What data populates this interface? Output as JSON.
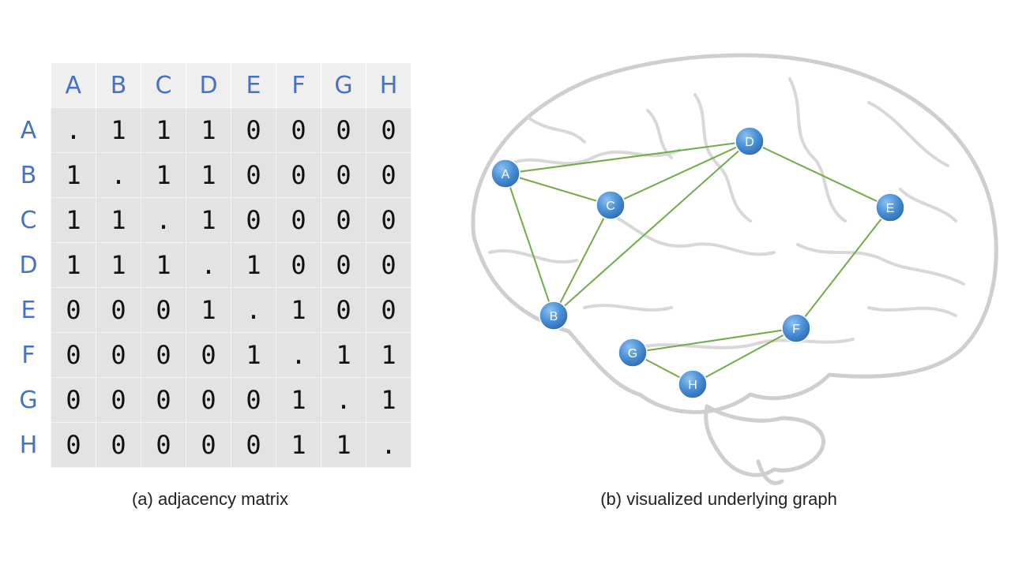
{
  "matrix": {
    "labels": [
      "A",
      "B",
      "C",
      "D",
      "E",
      "F",
      "G",
      "H"
    ],
    "rows": [
      [
        ".",
        "1",
        "1",
        "1",
        "0",
        "0",
        "0",
        "0"
      ],
      [
        "1",
        ".",
        "1",
        "1",
        "0",
        "0",
        "0",
        "0"
      ],
      [
        "1",
        "1",
        ".",
        "1",
        "0",
        "0",
        "0",
        "0"
      ],
      [
        "1",
        "1",
        "1",
        ".",
        "1",
        "0",
        "0",
        "0"
      ],
      [
        "0",
        "0",
        "0",
        "1",
        ".",
        "1",
        "0",
        "0"
      ],
      [
        "0",
        "0",
        "0",
        "0",
        "1",
        ".",
        "1",
        "1"
      ],
      [
        "0",
        "0",
        "0",
        "0",
        "0",
        "1",
        ".",
        "1"
      ],
      [
        "0",
        "0",
        "0",
        "0",
        "0",
        "1",
        "1",
        "."
      ]
    ]
  },
  "captions": {
    "matrix": "(a) adjacency matrix",
    "graph": "(b) visualized underlying graph"
  },
  "graph": {
    "nodes": [
      "A",
      "B",
      "C",
      "D",
      "E",
      "F",
      "G",
      "H"
    ],
    "edges": [
      [
        "A",
        "B"
      ],
      [
        "A",
        "C"
      ],
      [
        "A",
        "D"
      ],
      [
        "B",
        "C"
      ],
      [
        "B",
        "D"
      ],
      [
        "C",
        "D"
      ],
      [
        "D",
        "E"
      ],
      [
        "E",
        "F"
      ],
      [
        "F",
        "G"
      ],
      [
        "F",
        "H"
      ],
      [
        "G",
        "H"
      ]
    ],
    "colors": {
      "node": "#4a90d6",
      "node_dark": "#2e6db4",
      "edge": "#70ad47",
      "brain": "#cfcfcf",
      "label": "#4472c4"
    }
  }
}
